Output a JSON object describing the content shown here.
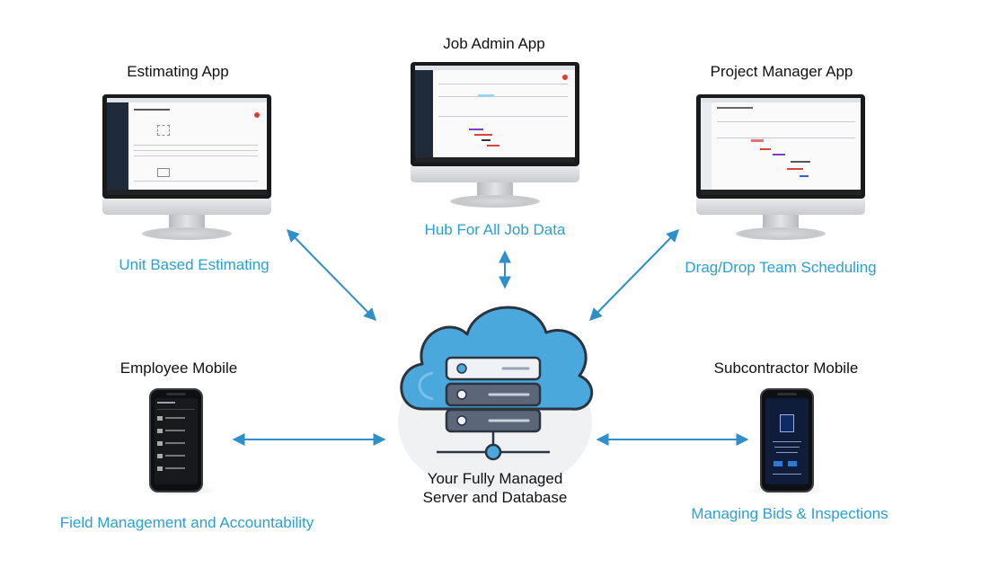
{
  "nodes": {
    "estimating": {
      "title": "Estimating App",
      "caption": "Unit Based Estimating"
    },
    "job_admin": {
      "title": "Job Admin App",
      "caption": "Hub For All Job Data"
    },
    "project_manager": {
      "title": "Project Manager App",
      "caption": "Drag/Drop Team Scheduling"
    },
    "employee_mobile": {
      "title": "Employee Mobile",
      "caption": "Field Management and Accountability"
    },
    "subcontractor_mobile": {
      "title": "Subcontractor Mobile",
      "caption": "Managing Bids & Inspections"
    }
  },
  "server": {
    "line1": "Your Fully Managed",
    "line2": "Server and Database"
  },
  "colors": {
    "accent": "#2a9fd6",
    "arrow": "#2f8fc9",
    "cloud_fill": "#4aa8dc",
    "server_slab": "#5b6678",
    "server_top": "#eef2f6"
  },
  "icons": {
    "server": "server-stack-icon",
    "cloud": "cloud-icon",
    "phone": "smartphone-icon",
    "monitor": "desktop-monitor-icon"
  }
}
